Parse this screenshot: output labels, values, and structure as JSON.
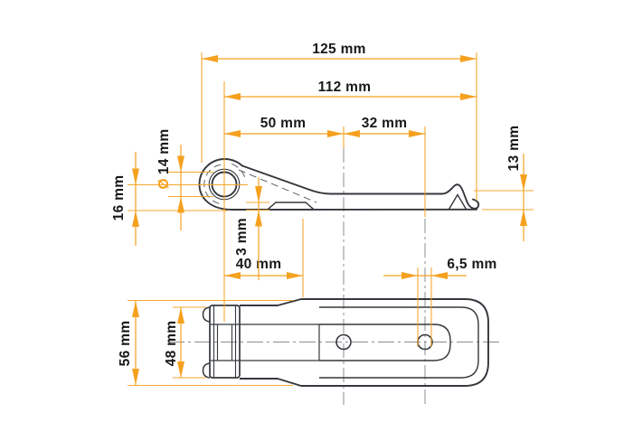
{
  "drawing": {
    "title": "technical-dimension-drawing",
    "background": "#ffffff",
    "colors": {
      "dimension_accent": "#F5A11F",
      "part_line": "#34373c",
      "centerline_gray": "#8a8d90",
      "hidden_dash": "#5f6368",
      "label_text": "#17181a"
    },
    "dims": {
      "d125": {
        "label": "125 mm"
      },
      "d112": {
        "label": "112 mm"
      },
      "d50": {
        "label": "50 mm"
      },
      "d32": {
        "label": "32 mm"
      },
      "d40": {
        "label": "40 mm"
      },
      "d65": {
        "label": "6,5 mm"
      },
      "d14": {
        "symbol": "Ø",
        "label": "14 mm"
      },
      "d16": {
        "label": "16 mm"
      },
      "d3": {
        "label": "3 mm"
      },
      "d13": {
        "label": "13 mm"
      },
      "d56": {
        "label": "56 mm"
      },
      "d48": {
        "label": "48 mm"
      }
    }
  }
}
